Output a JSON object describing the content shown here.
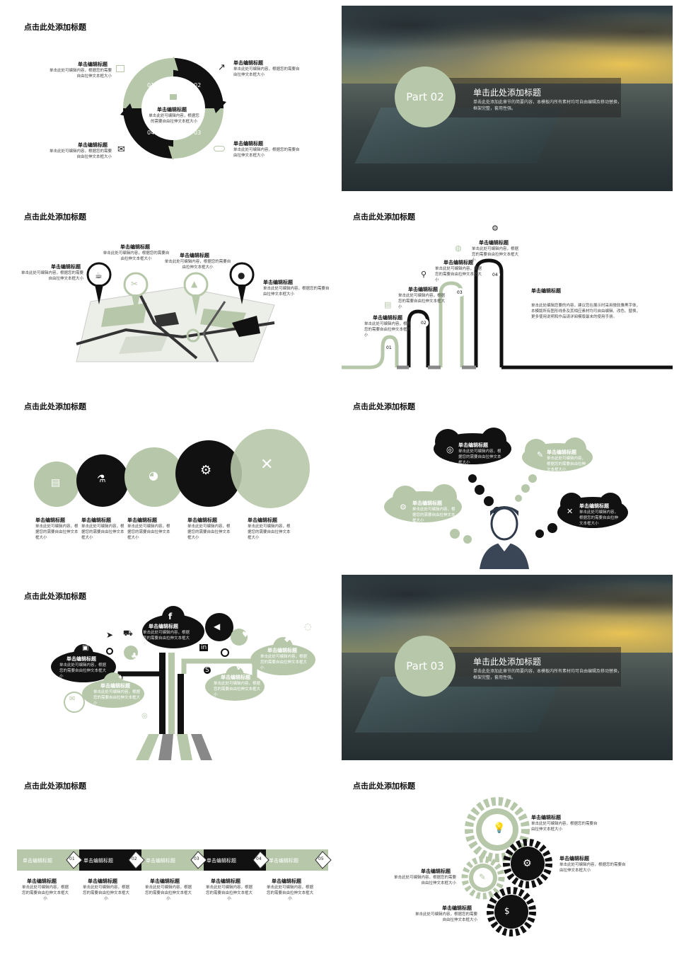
{
  "slide_title": "点击此处添加标题",
  "edit_title": "单击编辑标题",
  "edit_body_short": "单击此处可编辑内容，根据您的需要自由拉伸文本框大小",
  "edit_body_wrap": "单击此处可编辑内容，根据您的需要自由拉伸文本框大小",
  "nums": [
    "01",
    "02",
    "03",
    "04",
    "05"
  ],
  "part2": {
    "label": "Part 02",
    "title": "单击此处添加标题",
    "body": "单击此处添加此章节的简要内容，本模板内所有素材均可自由编辑及移动替换，框架完整，套用性强。"
  },
  "part3": {
    "label": "Part 03",
    "title": "单击此处添加标题",
    "body": "单击此处添加此章节的简要内容，本模板内所有素材均可自由编辑及移动替换，框架完整，套用性强。"
  },
  "road": {
    "side_title": "单击编辑标题",
    "side_body": "单击此处编辑您要的内容，建议您在展示时采用微软雅黑字体，本模版所有图形线条及其相应素材均可自由编辑、改色、替换，更多使用说明和作品请详阅模版最末的使用手册。"
  },
  "colors": {
    "accent": "#b7c8aa",
    "dark": "#111111"
  }
}
